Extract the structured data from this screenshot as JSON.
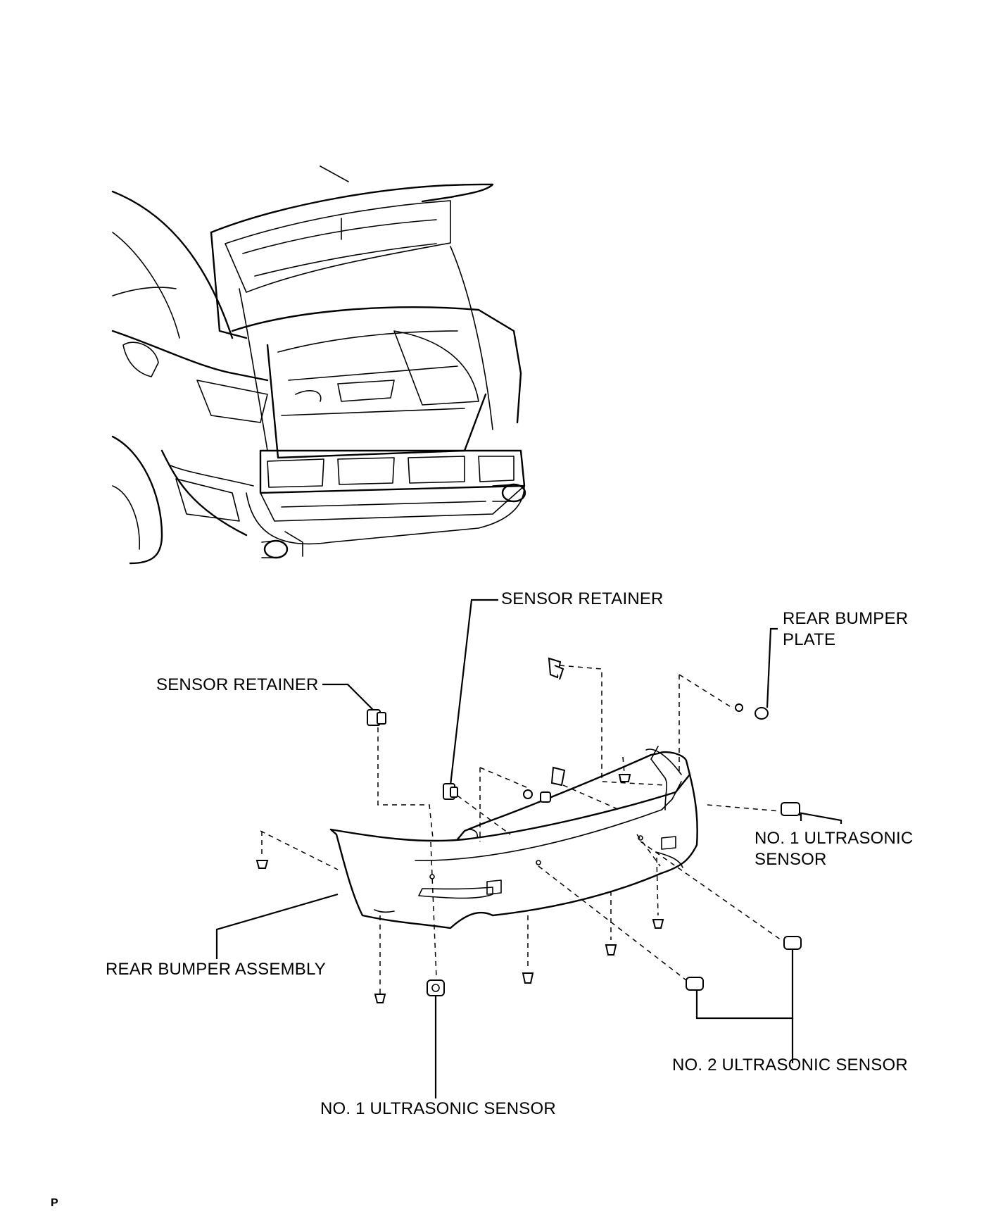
{
  "labels": {
    "sensor_retainer_top": "SENSOR RETAINER",
    "sensor_retainer_left": "SENSOR RETAINER",
    "rear_bumper_plate_line1": "REAR BUMPER",
    "rear_bumper_plate_line2": "PLATE",
    "no1_sensor_right_line1": "NO. 1 ULTRASONIC",
    "no1_sensor_right_line2": "SENSOR",
    "rear_bumper_assembly": "REAR BUMPER ASSEMBLY",
    "no2_sensor": "NO. 2 ULTRASONIC SENSOR",
    "no1_sensor_bottom": "NO. 1 ULTRASONIC SENSOR"
  },
  "corner_mark": "P"
}
